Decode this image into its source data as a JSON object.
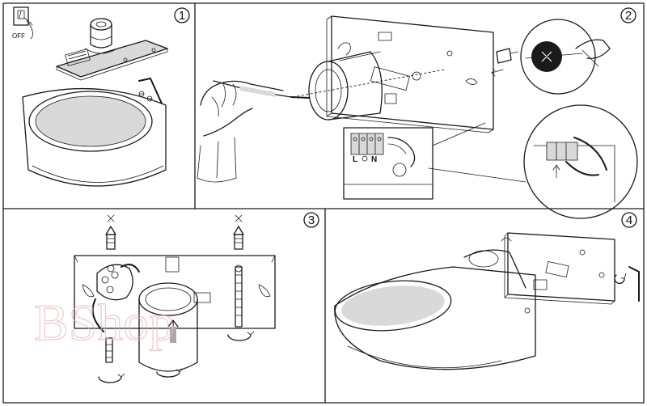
{
  "steps": [
    {
      "number": "1"
    },
    {
      "number": "2"
    },
    {
      "number": "3"
    },
    {
      "number": "4"
    }
  ],
  "switch_label": "OFF",
  "terminal_labels": [
    "L",
    "N"
  ],
  "watermark": "BShop"
}
